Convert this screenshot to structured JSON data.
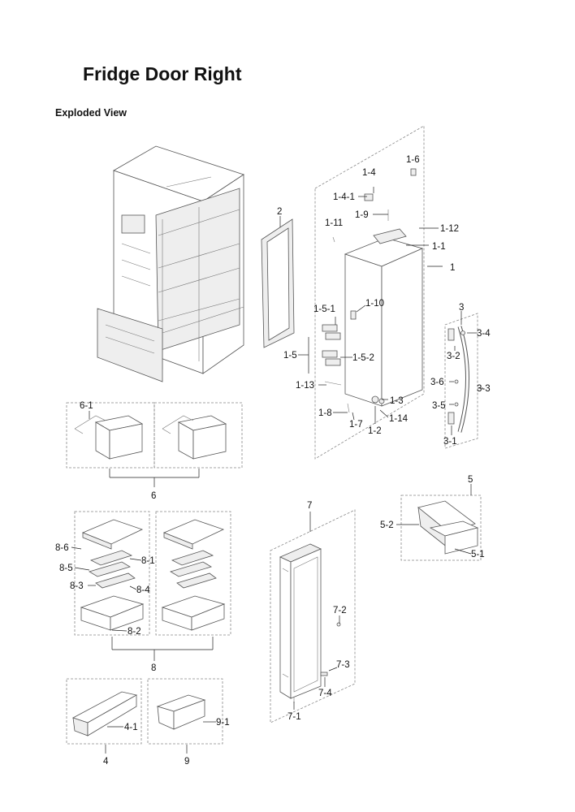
{
  "title": "Fridge Door Right",
  "subtitle": "Exploded View",
  "callouts": {
    "c1": "1",
    "c1_1": "1-1",
    "c1_2": "1-2",
    "c1_3": "1-3",
    "c1_4": "1-4",
    "c1_4_1": "1-4-1",
    "c1_5": "1-5",
    "c1_5_1": "1-5-1",
    "c1_5_2": "1-5-2",
    "c1_6": "1-6",
    "c1_7": "1-7",
    "c1_8": "1-8",
    "c1_9": "1-9",
    "c1_10": "1-10",
    "c1_11": "1-11",
    "c1_12": "1-12",
    "c1_13": "1-13",
    "c1_14": "1-14",
    "c2": "2",
    "c3": "3",
    "c3_1": "3-1",
    "c3_2": "3-2",
    "c3_3": "3-3",
    "c3_4": "3-4",
    "c3_5": "3-5",
    "c3_6": "3-6",
    "c4": "4",
    "c4_1": "4-1",
    "c5": "5",
    "c5_1": "5-1",
    "c5_2": "5-2",
    "c6": "6",
    "c6_1": "6-1",
    "c7": "7",
    "c7_1": "7-1",
    "c7_2": "7-2",
    "c7_3": "7-3",
    "c7_4": "7-4",
    "c8": "8",
    "c8_1": "8-1",
    "c8_2": "8-2",
    "c8_3": "8-3",
    "c8_4": "8-4",
    "c8_5": "8-5",
    "c8_6": "8-6",
    "c9": "9",
    "c9_1": "9-1"
  }
}
